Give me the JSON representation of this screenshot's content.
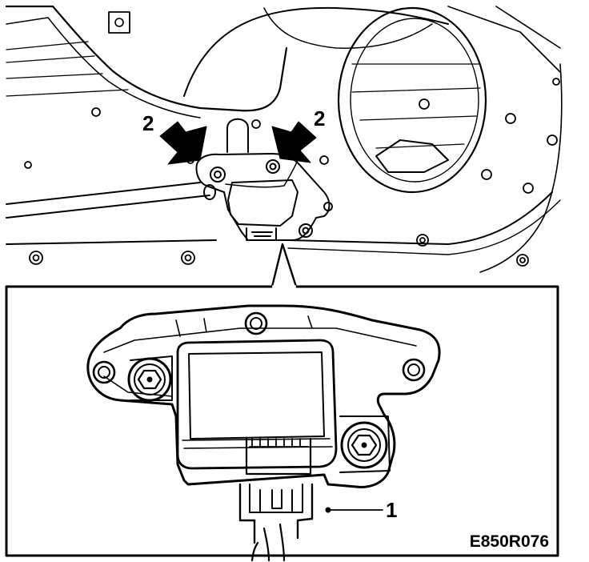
{
  "callouts": {
    "arrow_label_left": "2",
    "arrow_label_right": "2",
    "leader_label": "1"
  },
  "figure_code": "E850R076",
  "colors": {
    "ink": "#000000",
    "paper": "#ffffff"
  }
}
